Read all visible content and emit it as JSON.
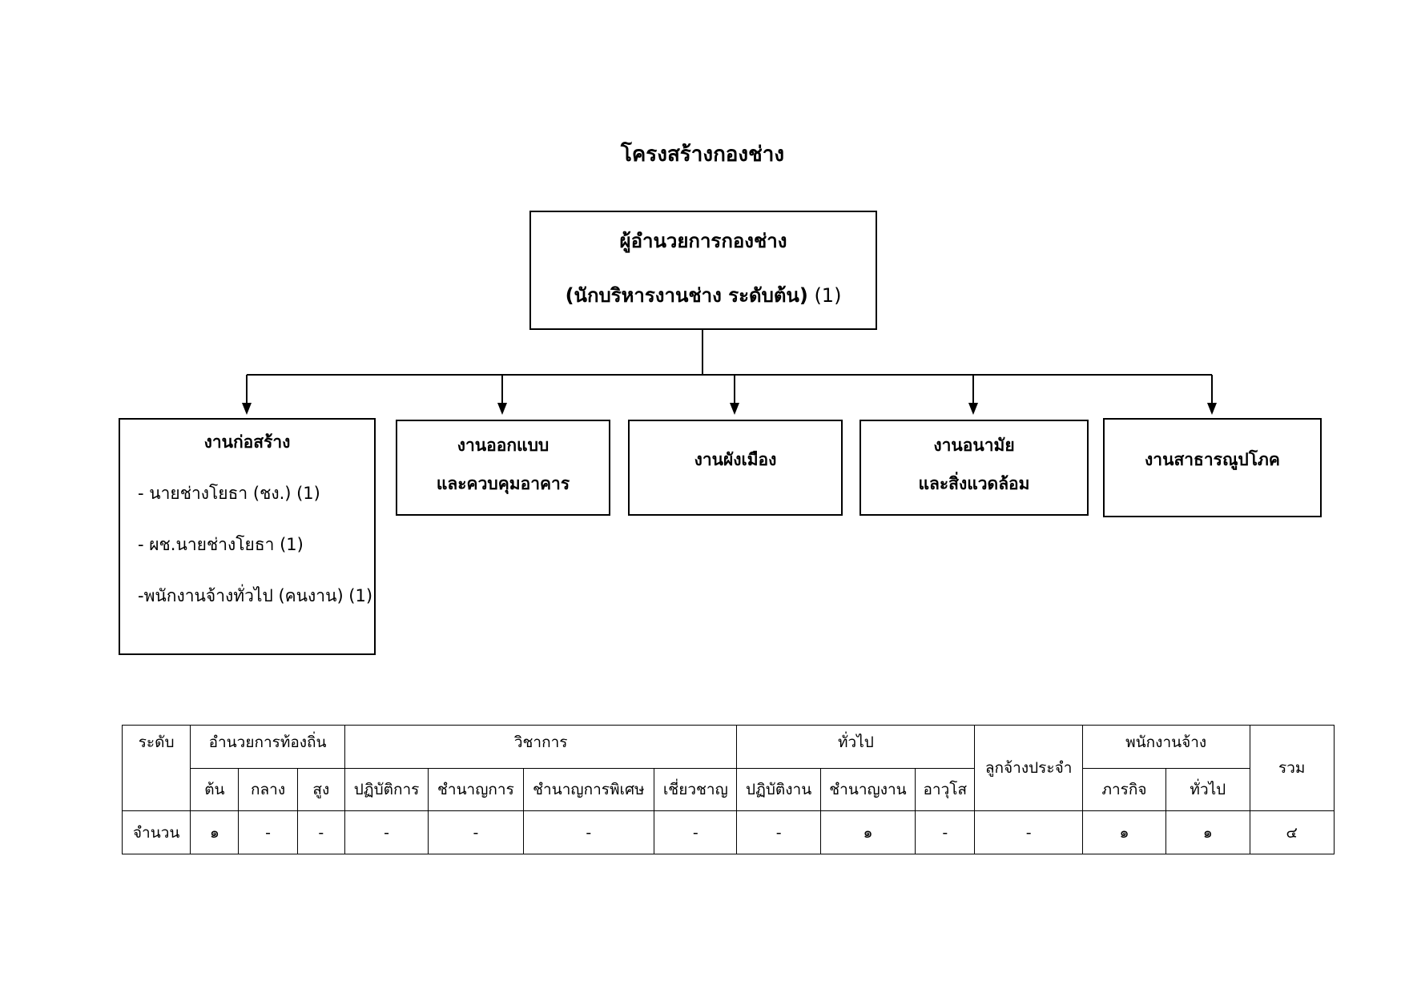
{
  "title": "โครงสร้างกองช่าง",
  "head": {
    "line1": "ผู้อำนวยการกองช่าง",
    "line2_bold": "(นักบริหารงานช่าง ระดับต้น)",
    "line2_count": "(1)"
  },
  "units": [
    {
      "title": "งานก่อสร้าง",
      "items": [
        "- นายช่างโยธา (ชง.) (1)",
        "- ผช.นายช่างโยธา (1)",
        "-พนักงานจ้างทั่วไป (คนงาน) (1)"
      ]
    },
    {
      "title_line1": "งานออกแบบ",
      "title_line2": "และควบคุมอาคาร"
    },
    {
      "title": "งานผังเมือง"
    },
    {
      "title_line1": "งานอนามัย",
      "title_line2": "และสิ่งแวดล้อม"
    },
    {
      "title": "งานสาธารณูปโภค"
    }
  ],
  "table": {
    "level_label": "ระดับ",
    "groups": {
      "local_admin": "อำนวยการท้องถิ่น",
      "academic": "วิชาการ",
      "general": "ทั่วไป",
      "permanent": "ลูกจ้างประจำ",
      "employees": "พนักงานจ้าง",
      "total": "รวม"
    },
    "subheaders": [
      "ต้น",
      "กลาง",
      "สูง",
      "ปฏิบัติการ",
      "ชำนาญการ",
      "ชำนาญการพิเศษ",
      "เชี่ยวชาญ",
      "ปฏิบัติงาน",
      "ชำนาญงาน",
      "อาวุโส",
      "ภารกิจ",
      "ทั่วไป"
    ],
    "count_label": "จำนวน",
    "counts": [
      "๑",
      "-",
      "-",
      "-",
      "-",
      "-",
      "-",
      "-",
      "๑",
      "-",
      "-",
      "๑",
      "๑",
      "๔"
    ]
  }
}
